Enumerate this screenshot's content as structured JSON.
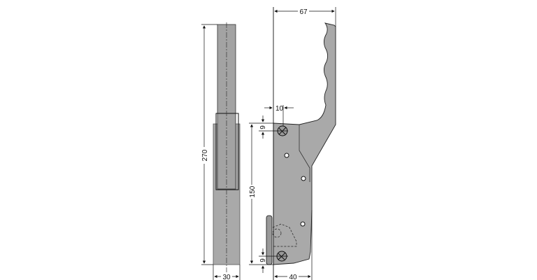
{
  "drawing": {
    "colors": {
      "part_fill": "#a9a9a9",
      "line": "#111111",
      "background": "#ffffff"
    },
    "dimensions": {
      "overall_width": "67",
      "overall_height": "270",
      "bar_width": "30",
      "base_width": "40",
      "hole_spacing": "150",
      "hole_offset_top": "9",
      "hole_offset_bottom": "9",
      "hole_inset": "10"
    }
  }
}
